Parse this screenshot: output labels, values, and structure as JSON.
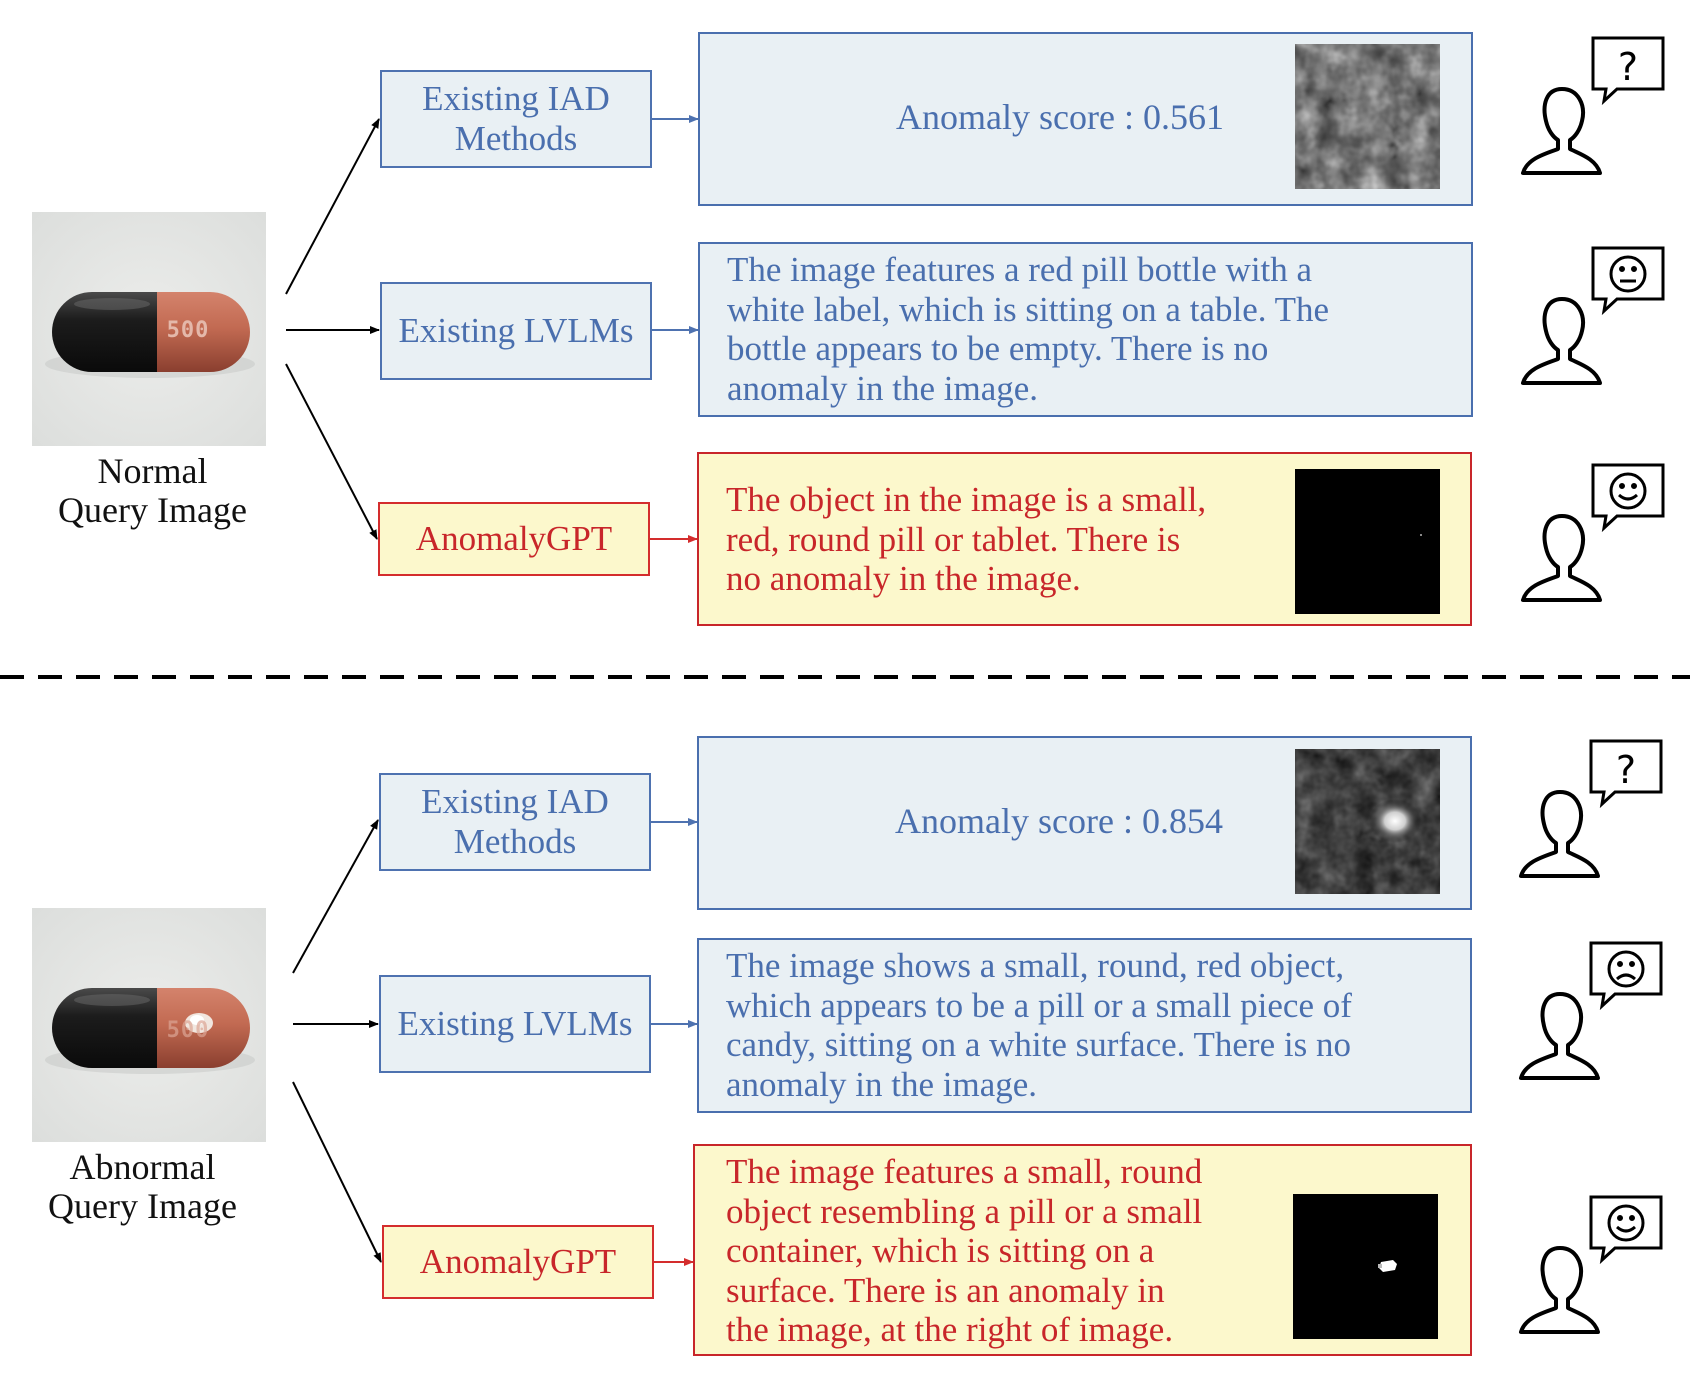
{
  "colors": {
    "blue_border": "#4e72b0",
    "blue_text": "#4a6fae",
    "blue_fill": "#e9f0f4",
    "red_border": "#d42d2d",
    "red_text": "#c8262a",
    "yellow_fill": "#fcf8cc"
  },
  "normal": {
    "caption": "Normal\nQuery Image",
    "capsule_print": "500",
    "iad": {
      "method": "Existing IAD\nMethods",
      "output": "Anomaly score : 0.561",
      "icon": "question-bubble-icon"
    },
    "lvlm": {
      "method": "Existing LVLMs",
      "output": "The image features a red pill bottle with a\nwhite label, which is sitting on a table. The\nbottle appears to be empty. There is no\nanomaly in the image.",
      "icon": "neutral-face-bubble-icon"
    },
    "gpt": {
      "method": "AnomalyGPT",
      "output": "The object in the image is a small,\nred, round pill or tablet. There is\nno anomaly in the image.",
      "icon": "smiley-face-bubble-icon"
    }
  },
  "abnormal": {
    "caption": "Abnormal\nQuery Image",
    "capsule_print": "500",
    "iad": {
      "method": "Existing IAD\nMethods",
      "output": "Anomaly score : 0.854",
      "icon": "question-bubble-icon"
    },
    "lvlm": {
      "method": "Existing LVLMs",
      "output": "The image shows a small, round, red object,\nwhich appears to be a pill or a small piece of\ncandy, sitting on a white surface. There is no\nanomaly in the image.",
      "icon": "sad-face-bubble-icon"
    },
    "gpt": {
      "method": "AnomalyGPT",
      "output": "The image features a small, round\nobject resembling a pill or a small\ncontainer, which is sitting on a\nsurface. There is an anomaly in\nthe image, at the right of image.",
      "icon": "smiley-face-bubble-icon"
    }
  }
}
